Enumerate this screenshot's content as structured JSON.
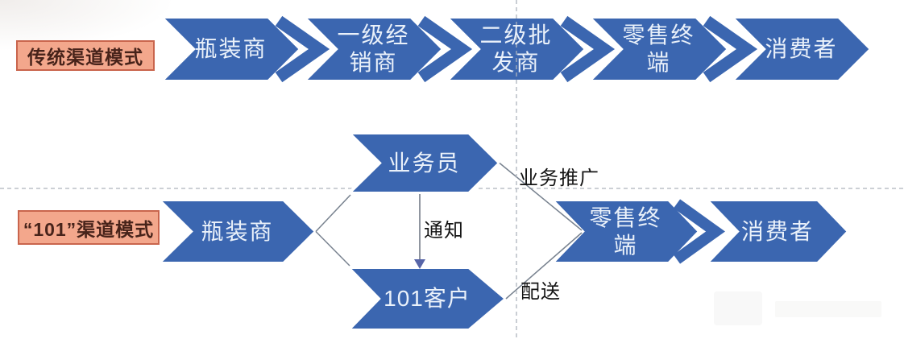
{
  "colors": {
    "chevron_fill": "#3b66b0",
    "chevron_text": "#eaf1fa",
    "label_box_fill": "#f3a78c",
    "label_box_border": "#c9654d",
    "label_box_text": "#47231a",
    "connector_line": "#78828f",
    "notify_arrowhead": "#5765a8",
    "dashed_guide": "#adb3bc",
    "edge_label_text": "#141414"
  },
  "traditional_row": {
    "label": "传统渠道模式",
    "steps": [
      {
        "label": "瓶装商"
      },
      {
        "label": "一级经\n销商"
      },
      {
        "label": "二级批\n发商"
      },
      {
        "label": "零售终\n端"
      },
      {
        "label": "消费者"
      }
    ]
  },
  "model101_row": {
    "label": "“101”渠道模式",
    "bottler": "瓶装商",
    "salesman": "业务员",
    "customer": "101客户",
    "retail": "零售终\n端",
    "consumer": "消费者",
    "edge_promotion": "业务推广",
    "edge_notify": "通知",
    "edge_delivery": "配送"
  }
}
